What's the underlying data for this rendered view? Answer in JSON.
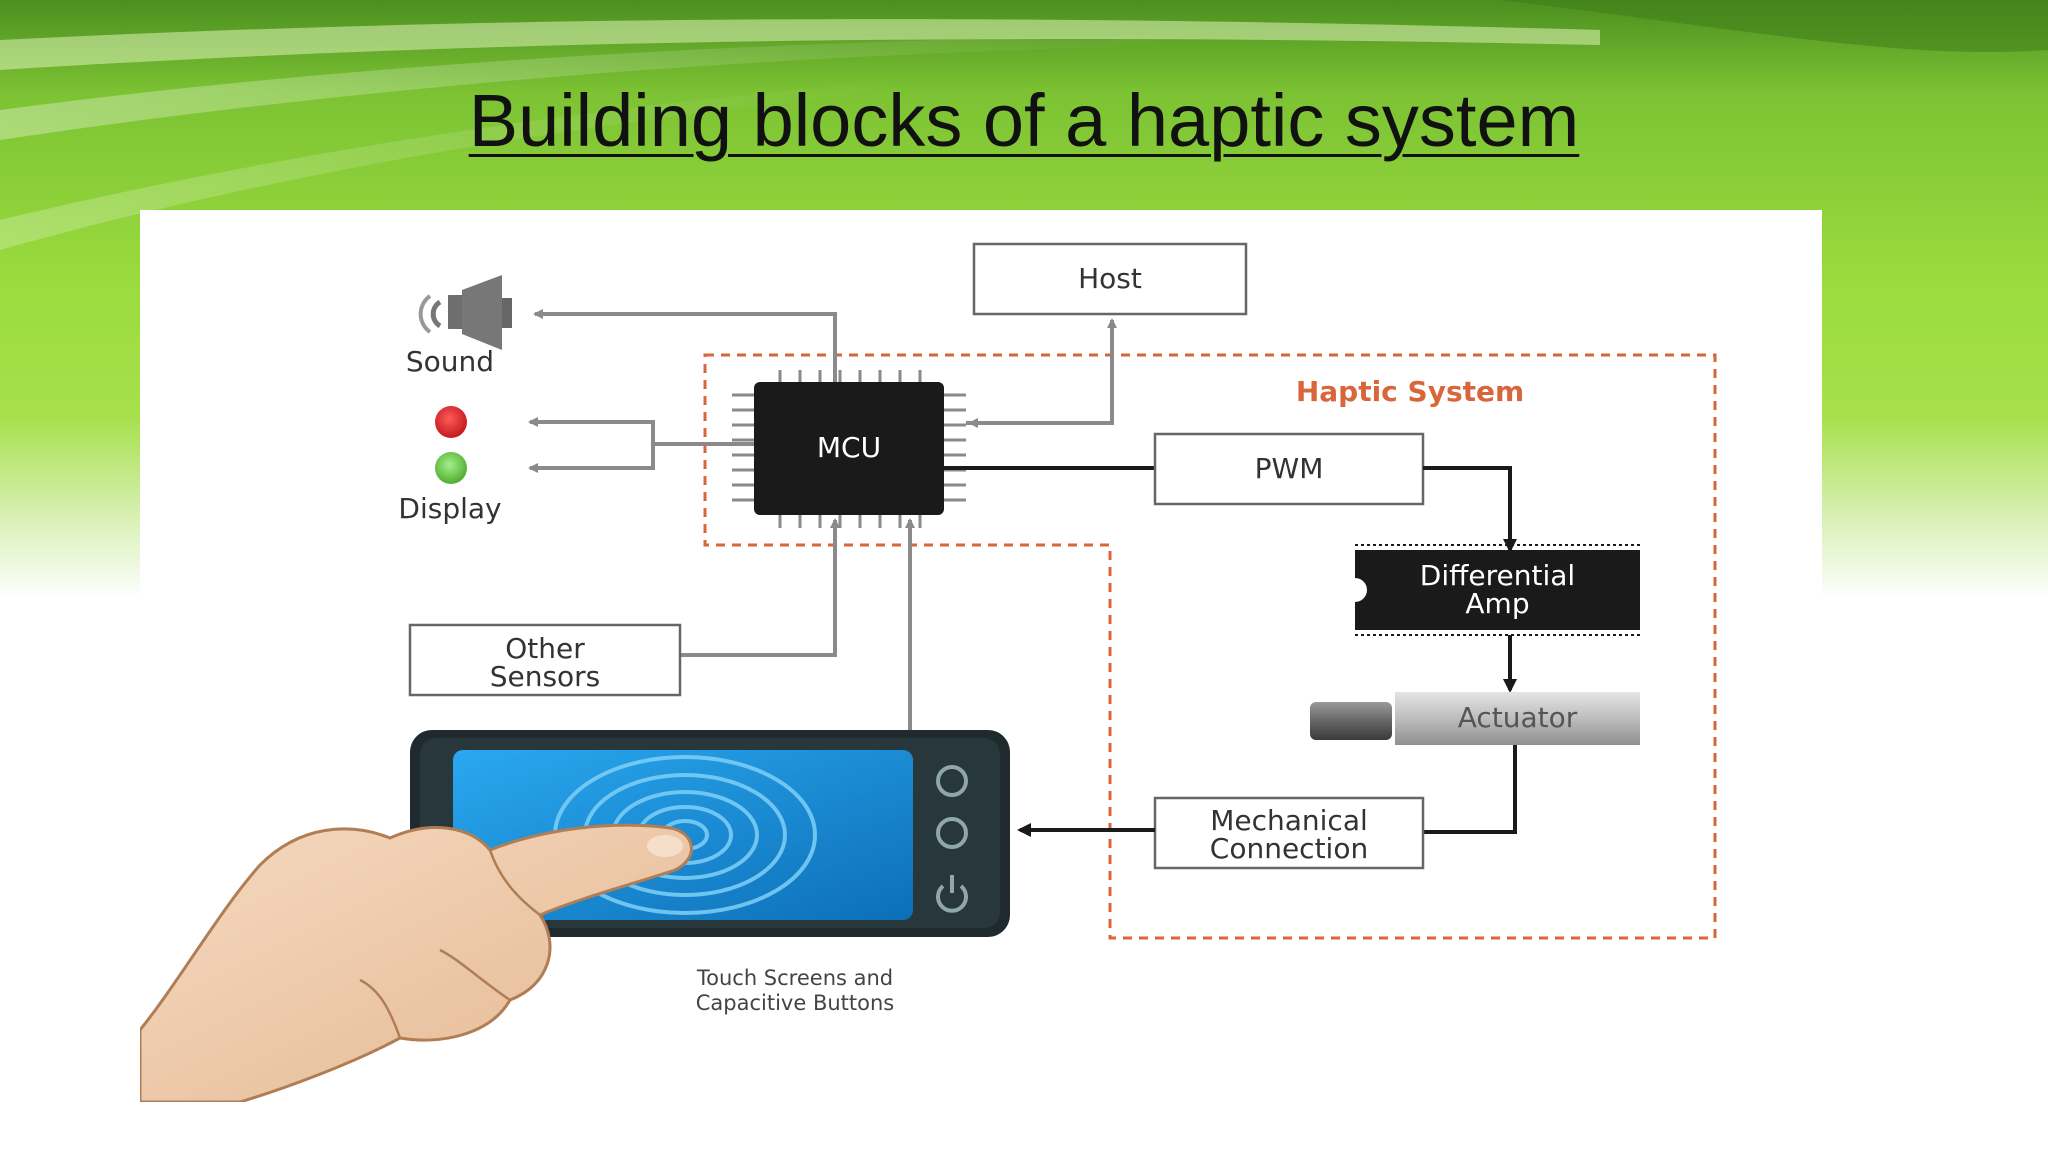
{
  "slide": {
    "title": "Building blocks of a haptic system"
  },
  "diagram": {
    "host_label": "Host",
    "haptic_system_label": "Haptic System",
    "mcu_label": "MCU",
    "pwm_label": "PWM",
    "differential_amp_label_line1": "Differential",
    "differential_amp_label_line2": "Amp",
    "actuator_label": "Actuator",
    "mechanical_connection_line1": "Mechanical",
    "mechanical_connection_line2": "Connection",
    "other_sensors_line1": "Other",
    "other_sensors_line2": "Sensors",
    "sound_label": "Sound",
    "display_label": "Display",
    "touch_caption_line1": "Touch Screens and",
    "touch_caption_line2": "Capacitive Buttons",
    "colors": {
      "haptic_system_text": "#d9663a",
      "haptic_border": "#d9663a",
      "chip": "#1a1a1a",
      "arrow": "#8a8a8a",
      "led_red": "#d8262b",
      "led_green": "#6cc24a",
      "screen_blue": "#1a8ed8",
      "bg_green": "#8fd43a"
    }
  }
}
